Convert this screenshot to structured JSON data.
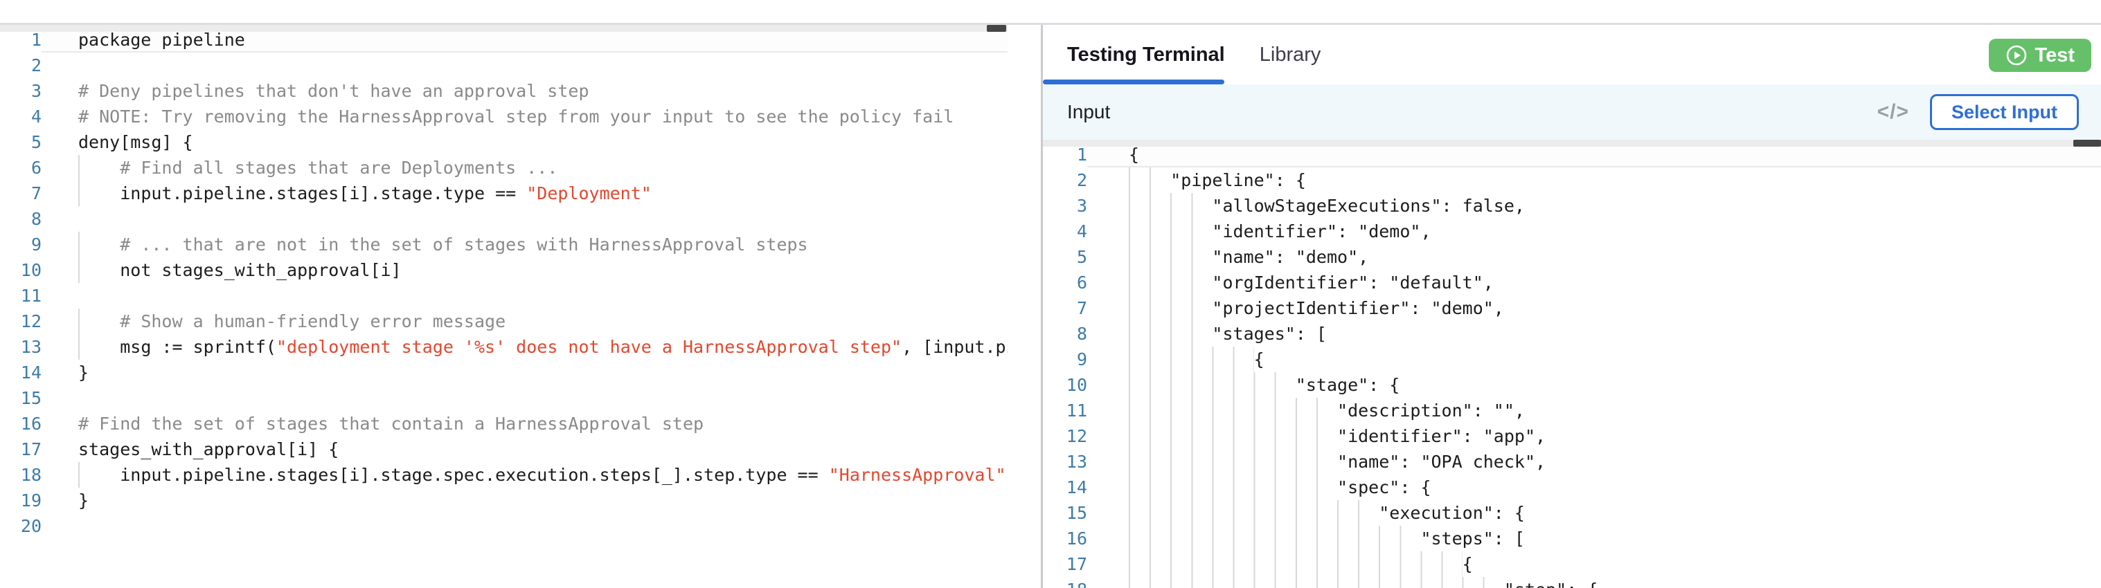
{
  "colors": {
    "accent_blue": "#2e6fd4",
    "test_green": "#65c069",
    "line_number_blue": "#3e7ca8",
    "comment_gray": "#8a8a8a",
    "string_red": "#e4472e",
    "code_black": "#1c1c1c",
    "input_bar_bg": "#f0f8fc",
    "scroll_thumb": "#454545"
  },
  "right_panel": {
    "tabs": [
      {
        "label": "Testing Terminal",
        "active": true
      },
      {
        "label": "Library",
        "active": false
      }
    ],
    "test_button": {
      "label": "Test",
      "icon": "play-circle-icon"
    },
    "input_section": {
      "title": "Input",
      "code_icon": "</>",
      "select_button": "Select Input"
    }
  },
  "left_editor": {
    "language": "rego",
    "active_line": 1,
    "lines": [
      [
        [
          "code",
          "package pipeline"
        ]
      ],
      [],
      [
        [
          "comment",
          "# Deny pipelines that don't have an approval step"
        ]
      ],
      [
        [
          "comment",
          "# NOTE: Try removing the HarnessApproval step from your input to see the policy fail"
        ]
      ],
      [
        [
          "code",
          "deny[msg] {"
        ]
      ],
      [
        [
          "indent",
          "    "
        ],
        [
          "comment",
          "# Find all stages that are Deployments ..."
        ]
      ],
      [
        [
          "indent",
          "    "
        ],
        [
          "code",
          "input.pipeline.stages[i].stage.type == "
        ],
        [
          "string",
          "\"Deployment\""
        ]
      ],
      [],
      [
        [
          "indent",
          "    "
        ],
        [
          "comment",
          "# ... that are not in the set of stages with HarnessApproval steps"
        ]
      ],
      [
        [
          "indent",
          "    "
        ],
        [
          "code",
          "not stages_with_approval[i]"
        ]
      ],
      [],
      [
        [
          "indent",
          "    "
        ],
        [
          "comment",
          "# Show a human-friendly error message"
        ]
      ],
      [
        [
          "indent",
          "    "
        ],
        [
          "code",
          "msg := sprintf("
        ],
        [
          "string",
          "\"deployment stage '%s' does not have a HarnessApproval step\""
        ],
        [
          "code",
          ", [input.pipel"
        ]
      ],
      [
        [
          "code",
          "}"
        ]
      ],
      [],
      [
        [
          "comment",
          "# Find the set of stages that contain a HarnessApproval step"
        ]
      ],
      [
        [
          "code",
          "stages_with_approval[i] {"
        ]
      ],
      [
        [
          "indent",
          "    "
        ],
        [
          "code",
          "input.pipeline.stages[i].stage.spec.execution.steps[_].step.type == "
        ],
        [
          "string",
          "\"HarnessApproval\""
        ]
      ],
      [
        [
          "code",
          "}"
        ]
      ],
      []
    ]
  },
  "right_editor": {
    "language": "json",
    "active_line": 1,
    "lines": [
      [
        [
          "code",
          "{"
        ]
      ],
      [
        [
          "indent",
          "    "
        ],
        [
          "code",
          "\"pipeline\": {"
        ]
      ],
      [
        [
          "indent",
          "        "
        ],
        [
          "code",
          "\"allowStageExecutions\": false,"
        ]
      ],
      [
        [
          "indent",
          "        "
        ],
        [
          "code",
          "\"identifier\": \"demo\","
        ]
      ],
      [
        [
          "indent",
          "        "
        ],
        [
          "code",
          "\"name\": \"demo\","
        ]
      ],
      [
        [
          "indent",
          "        "
        ],
        [
          "code",
          "\"orgIdentifier\": \"default\","
        ]
      ],
      [
        [
          "indent",
          "        "
        ],
        [
          "code",
          "\"projectIdentifier\": \"demo\","
        ]
      ],
      [
        [
          "indent",
          "        "
        ],
        [
          "code",
          "\"stages\": ["
        ]
      ],
      [
        [
          "indent",
          "            "
        ],
        [
          "code",
          "{"
        ]
      ],
      [
        [
          "indent",
          "                "
        ],
        [
          "code",
          "\"stage\": {"
        ]
      ],
      [
        [
          "indent",
          "                    "
        ],
        [
          "code",
          "\"description\": \"\","
        ]
      ],
      [
        [
          "indent",
          "                    "
        ],
        [
          "code",
          "\"identifier\": \"app\","
        ]
      ],
      [
        [
          "indent",
          "                    "
        ],
        [
          "code",
          "\"name\": \"OPA check\","
        ]
      ],
      [
        [
          "indent",
          "                    "
        ],
        [
          "code",
          "\"spec\": {"
        ]
      ],
      [
        [
          "indent",
          "                        "
        ],
        [
          "code",
          "\"execution\": {"
        ]
      ],
      [
        [
          "indent",
          "                            "
        ],
        [
          "code",
          "\"steps\": ["
        ]
      ],
      [
        [
          "indent",
          "                                "
        ],
        [
          "code",
          "{"
        ]
      ],
      [
        [
          "indent",
          "                                    "
        ],
        [
          "code",
          "\"step\": {"
        ]
      ]
    ]
  }
}
